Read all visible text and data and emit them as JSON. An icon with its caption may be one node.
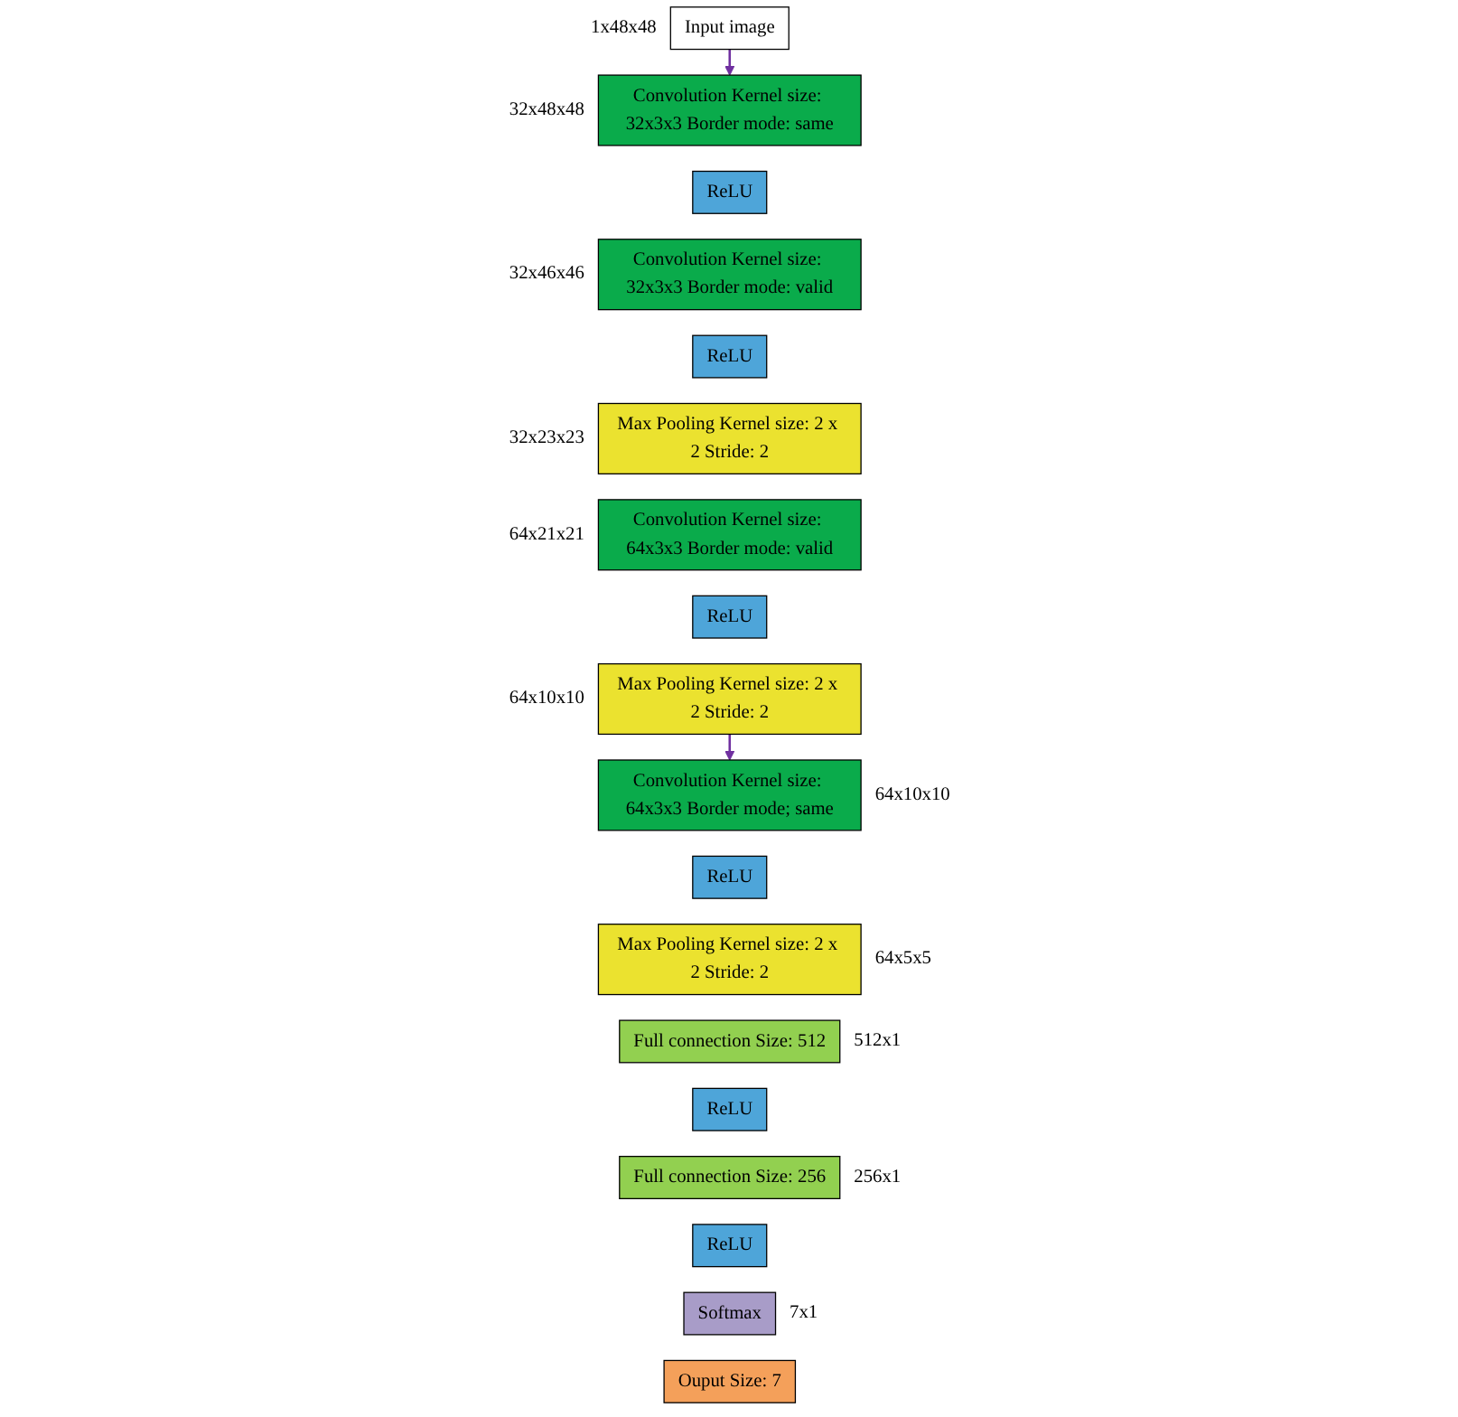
{
  "diagram": {
    "nodes": [
      {
        "text": [
          "Input image"
        ],
        "beside": [
          "1x48x48"
        ]
      },
      {
        "text": [
          "Convolution Kernel size: 32x3x3 Border mode: same"
        ],
        "beside": [
          "32x48x48"
        ]
      },
      {
        "text": [
          "ReLU"
        ]
      },
      {
        "text": [
          "Convolution Kernel size: 32x3x3 Border mode: valid"
        ],
        "beside": [
          "32x46x46"
        ]
      },
      {
        "text": [
          "ReLU"
        ]
      },
      {
        "text": [
          "Max Pooling Kernel size: 2 x 2 Stride: 2"
        ],
        "beside": [
          "32x23x23"
        ]
      },
      {
        "text": [
          "Convolution Kernel size: 64x3x3 Border mode: valid"
        ],
        "beside": [
          "64x21x21"
        ]
      },
      {
        "text": [
          "ReLU"
        ]
      },
      {
        "text": [
          "Max Pooling Kernel size: 2 x 2 Stride: 2"
        ],
        "beside": [
          "64x10x10"
        ]
      },
      {
        "text": [
          "Convolution Kernel size: 64x3x3 Border mode; same"
        ],
        "beside": [
          "64x10x10"
        ]
      },
      {
        "text": [
          "ReLU"
        ]
      },
      {
        "text": [
          "Max Pooling Kernel size: 2 x 2 Stride: 2"
        ],
        "beside": [
          "64x5x5"
        ]
      },
      {
        "text": [
          "Full connection Size: 512"
        ],
        "beside": [
          "512x1"
        ]
      },
      {
        "text": [
          "ReLU"
        ]
      },
      {
        "text": [
          "Full connection Size: 256"
        ],
        "beside": [
          "256x1"
        ]
      },
      {
        "text": [
          "ReLU"
        ]
      },
      {
        "text": [
          "Softmax"
        ],
        "beside": [
          "7x1"
        ]
      },
      {
        "text": [
          "Ouput Size: 7"
        ]
      }
    ],
    "edges": [
      {
        "from": 0,
        "to": 1,
        "arrow": "to",
        "color": "#7030a0"
      },
      {
        "from": 8,
        "to": 9,
        "arrow": "to",
        "color": "#7030a0"
      }
    ]
  }
}
